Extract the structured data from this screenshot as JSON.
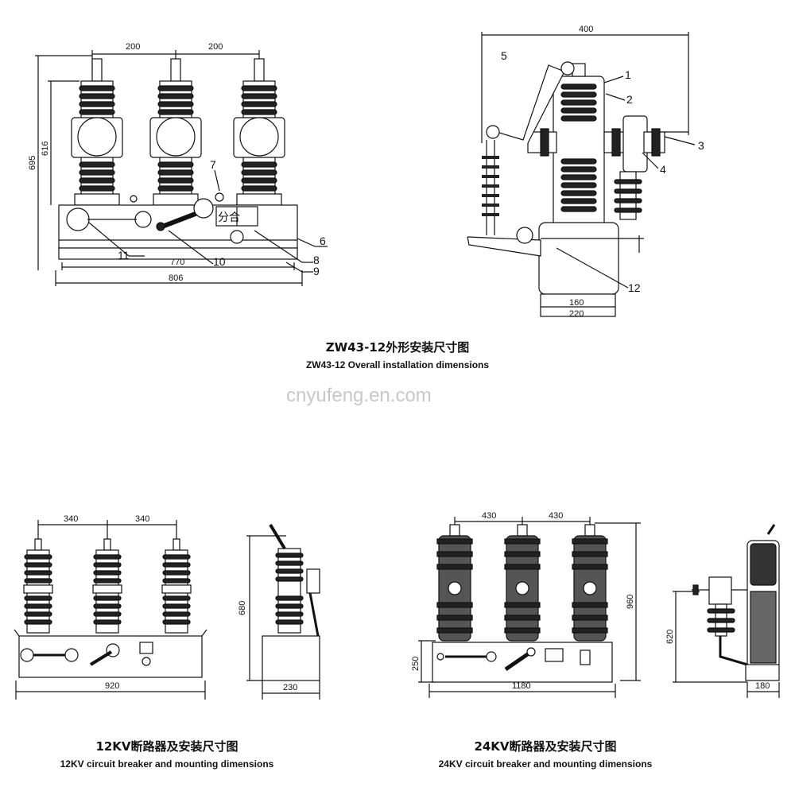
{
  "top": {
    "front": {
      "dims": [
        "200",
        "200",
        "695",
        "616",
        "770",
        "806"
      ],
      "panel_text": "分合"
    },
    "side": {
      "dims": [
        "400",
        "160",
        "220"
      ]
    },
    "callouts": [
      "1",
      "2",
      "3",
      "4",
      "5",
      "6",
      "7",
      "8",
      "9",
      "10",
      "11",
      "12"
    ],
    "caption_cn": "ZW43-12外形安装尺寸图",
    "caption_en": "ZW43-12 Overall installation dimensions"
  },
  "watermark": "cnyufeng.en.com",
  "kv12": {
    "front_dims": [
      "340",
      "340",
      "920"
    ],
    "side_dims": [
      "680",
      "230"
    ],
    "caption_cn": "12KV断路器及安装尺寸图",
    "caption_en": "12KV circuit breaker and mounting dimensions"
  },
  "kv24": {
    "front_dims": [
      "430",
      "430",
      "960",
      "250",
      "1180"
    ],
    "side_dims": [
      "620",
      "180"
    ],
    "caption_cn": "24KV断路器及安装尺寸图",
    "caption_en": "24KV circuit breaker and mounting dimensions"
  }
}
